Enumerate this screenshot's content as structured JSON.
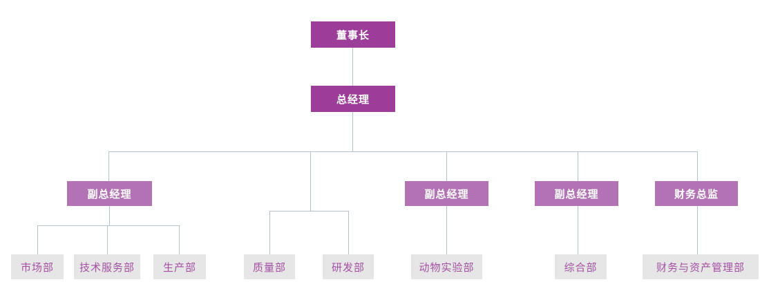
{
  "diagram": {
    "type": "org-chart",
    "colors": {
      "executive_box_bg": "#9C3D9A",
      "manager_box_bg": "#B272B4",
      "department_box_bg": "#E7E6E7",
      "department_text": "#A350A3",
      "box_text_light": "#FFFFFF",
      "connector_line": "#B3C1CD",
      "background": "#FFFFFF"
    },
    "nodes": {
      "chairman": {
        "label": "董事长",
        "level": 1
      },
      "general_manager": {
        "label": "总经理",
        "level": 2
      },
      "deputy_gm_1": {
        "label": "副总经理",
        "level": 3
      },
      "deputy_gm_2": {
        "label": "副总经理",
        "level": 3
      },
      "deputy_gm_3": {
        "label": "副总经理",
        "level": 3
      },
      "finance_director": {
        "label": "财务总监",
        "level": 3
      },
      "marketing": {
        "label": "市场部",
        "level": 4
      },
      "tech_service": {
        "label": "技术服务部",
        "level": 4
      },
      "production": {
        "label": "生产部",
        "level": 4
      },
      "quality": {
        "label": "质量部",
        "level": 4
      },
      "rnd": {
        "label": "研发部",
        "level": 4
      },
      "animal_lab": {
        "label": "动物实验部",
        "level": 4
      },
      "general_affairs": {
        "label": "综合部",
        "level": 4
      },
      "finance_asset_mgmt": {
        "label": "财务与资产管理部",
        "level": 4
      }
    },
    "edges": [
      [
        "chairman",
        "general_manager"
      ],
      [
        "general_manager",
        "deputy_gm_1"
      ],
      [
        "general_manager",
        "quality"
      ],
      [
        "general_manager",
        "rnd"
      ],
      [
        "general_manager",
        "deputy_gm_2"
      ],
      [
        "general_manager",
        "deputy_gm_3"
      ],
      [
        "general_manager",
        "finance_director"
      ],
      [
        "deputy_gm_1",
        "marketing"
      ],
      [
        "deputy_gm_1",
        "tech_service"
      ],
      [
        "deputy_gm_1",
        "production"
      ],
      [
        "deputy_gm_2",
        "animal_lab"
      ],
      [
        "deputy_gm_3",
        "general_affairs"
      ],
      [
        "finance_director",
        "finance_asset_mgmt"
      ]
    ]
  }
}
